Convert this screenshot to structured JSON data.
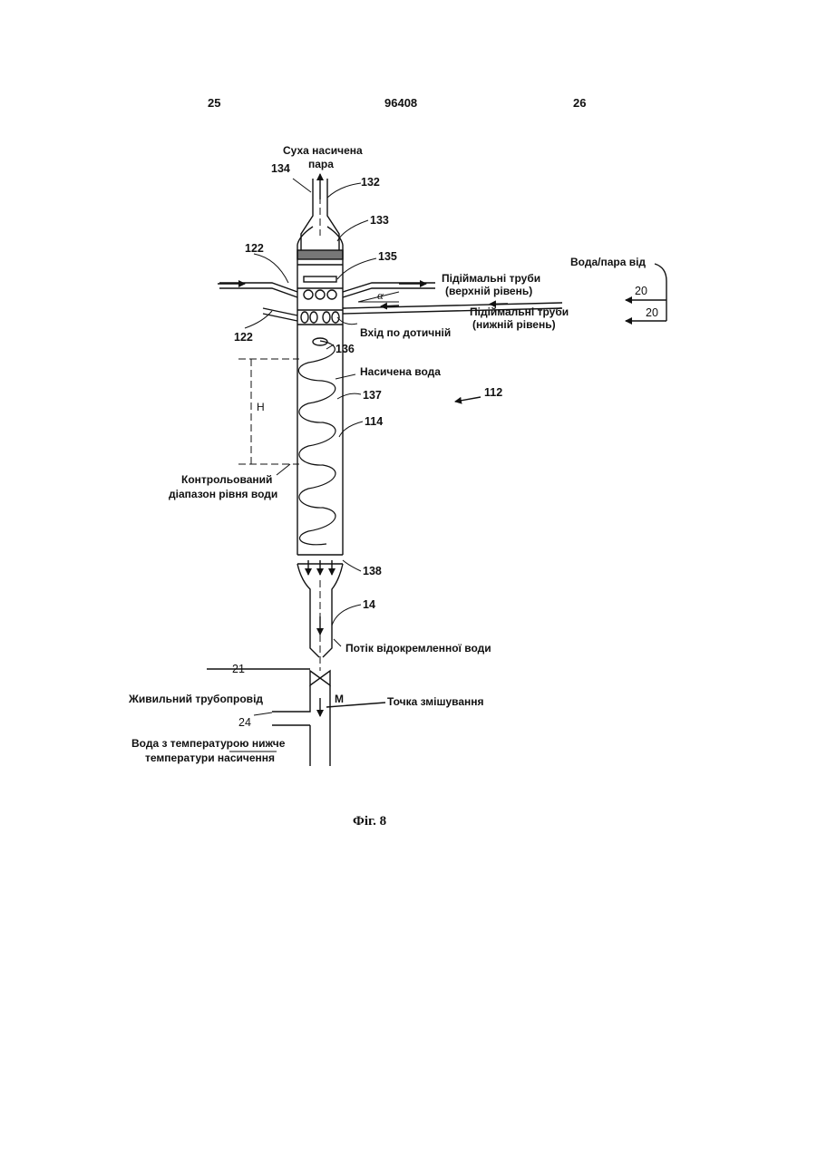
{
  "header": {
    "page_left": "25",
    "patent_number": "96408",
    "page_right": "26"
  },
  "figure": {
    "caption": "Фіг. 8",
    "labels": {
      "dry_steam_line1": "Суха насичена",
      "dry_steam_line2": "пара",
      "upper_risers_line1": "Підіймальні труби",
      "upper_risers_line2": "(верхній рівень)",
      "lower_risers_line1": "Підіймальні труби",
      "lower_risers_line2": "(нижній рівень)",
      "water_steam_from": "Вода/пара від",
      "tangential_inlet": "Вхід по дотичній",
      "saturated_water": "Насичена вода",
      "controlled_range_line1": "Контрольований",
      "controlled_range_line2": "діапазон рівня води",
      "separated_water_flow": "Потік відокремленної води",
      "feed_pipeline": "Живильний трубопровід",
      "mixing_point": "Точка змішування",
      "subcooled_line1": "Вода з температурою нижче",
      "subcooled_line2": "температури насичення",
      "h": "H",
      "m": "M",
      "alpha": "α"
    },
    "refs": {
      "r134": "134",
      "r132": "132",
      "r133": "133",
      "r135": "135",
      "r122a": "122",
      "r122b": "122",
      "r20a": "20",
      "r20b": "20",
      "r136": "136",
      "r137": "137",
      "r112": "112",
      "r114": "114",
      "r138": "138",
      "r14": "14",
      "r21": "21",
      "r24": "24"
    }
  }
}
